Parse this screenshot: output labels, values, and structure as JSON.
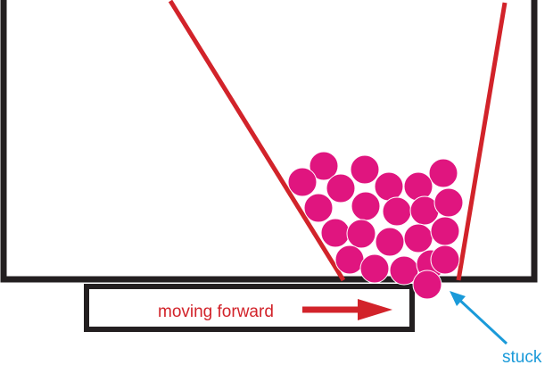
{
  "labels": {
    "moving_forward": "moving forward",
    "stuck": "stuck"
  },
  "colors": {
    "frame": "#231f20",
    "wall": "#d2232a",
    "ball": "#e0157f",
    "ball_highlight": "#ffffff",
    "arrow_forward": "#d2232a",
    "arrow_stuck": "#1a9ad9",
    "label_forward": "#d2232a",
    "label_stuck": "#1a9ad9"
  },
  "balls": {
    "count": 23
  }
}
